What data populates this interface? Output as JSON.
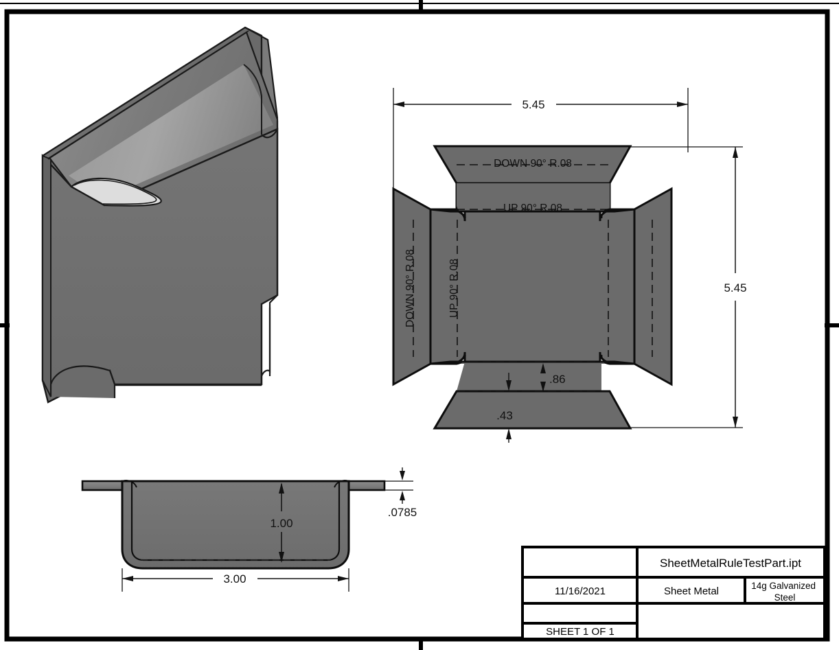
{
  "sheet": {
    "background_color": "#ffffff",
    "border_color": "#000000",
    "part_fill": "#6b6b6b",
    "part_fill_light": "#8a8a8a",
    "part_fill_dark": "#5c5c5c",
    "line_color": "#111111"
  },
  "views": {
    "iso": {
      "name": "isometric-view"
    },
    "flat": {
      "name": "flat-pattern-view"
    },
    "section": {
      "name": "section-view"
    }
  },
  "flat_pattern": {
    "bend_notes": {
      "top": "DOWN 90° R.08",
      "inner_top": "UP 90° R.08",
      "left_outer": "DOWN 90° R.08",
      "left_inner": "UP 90° R.08"
    },
    "dimensions": {
      "width": "5.45",
      "height": "5.45",
      "flange_inner": ".86",
      "flange_outer": ".43"
    }
  },
  "section_view": {
    "dimensions": {
      "depth": "1.00",
      "width": "3.00",
      "thickness": ".0785"
    }
  },
  "title_block": {
    "file_name": "SheetMetalRuleTestPart.ipt",
    "date": "11/16/2021",
    "part_type": "Sheet Metal",
    "material": "14g Galvanized Steel",
    "sheet_number": "SHEET 1 OF 1",
    "blank_top_left": "",
    "blank_row3_left": "",
    "blank_row3_right": ""
  }
}
